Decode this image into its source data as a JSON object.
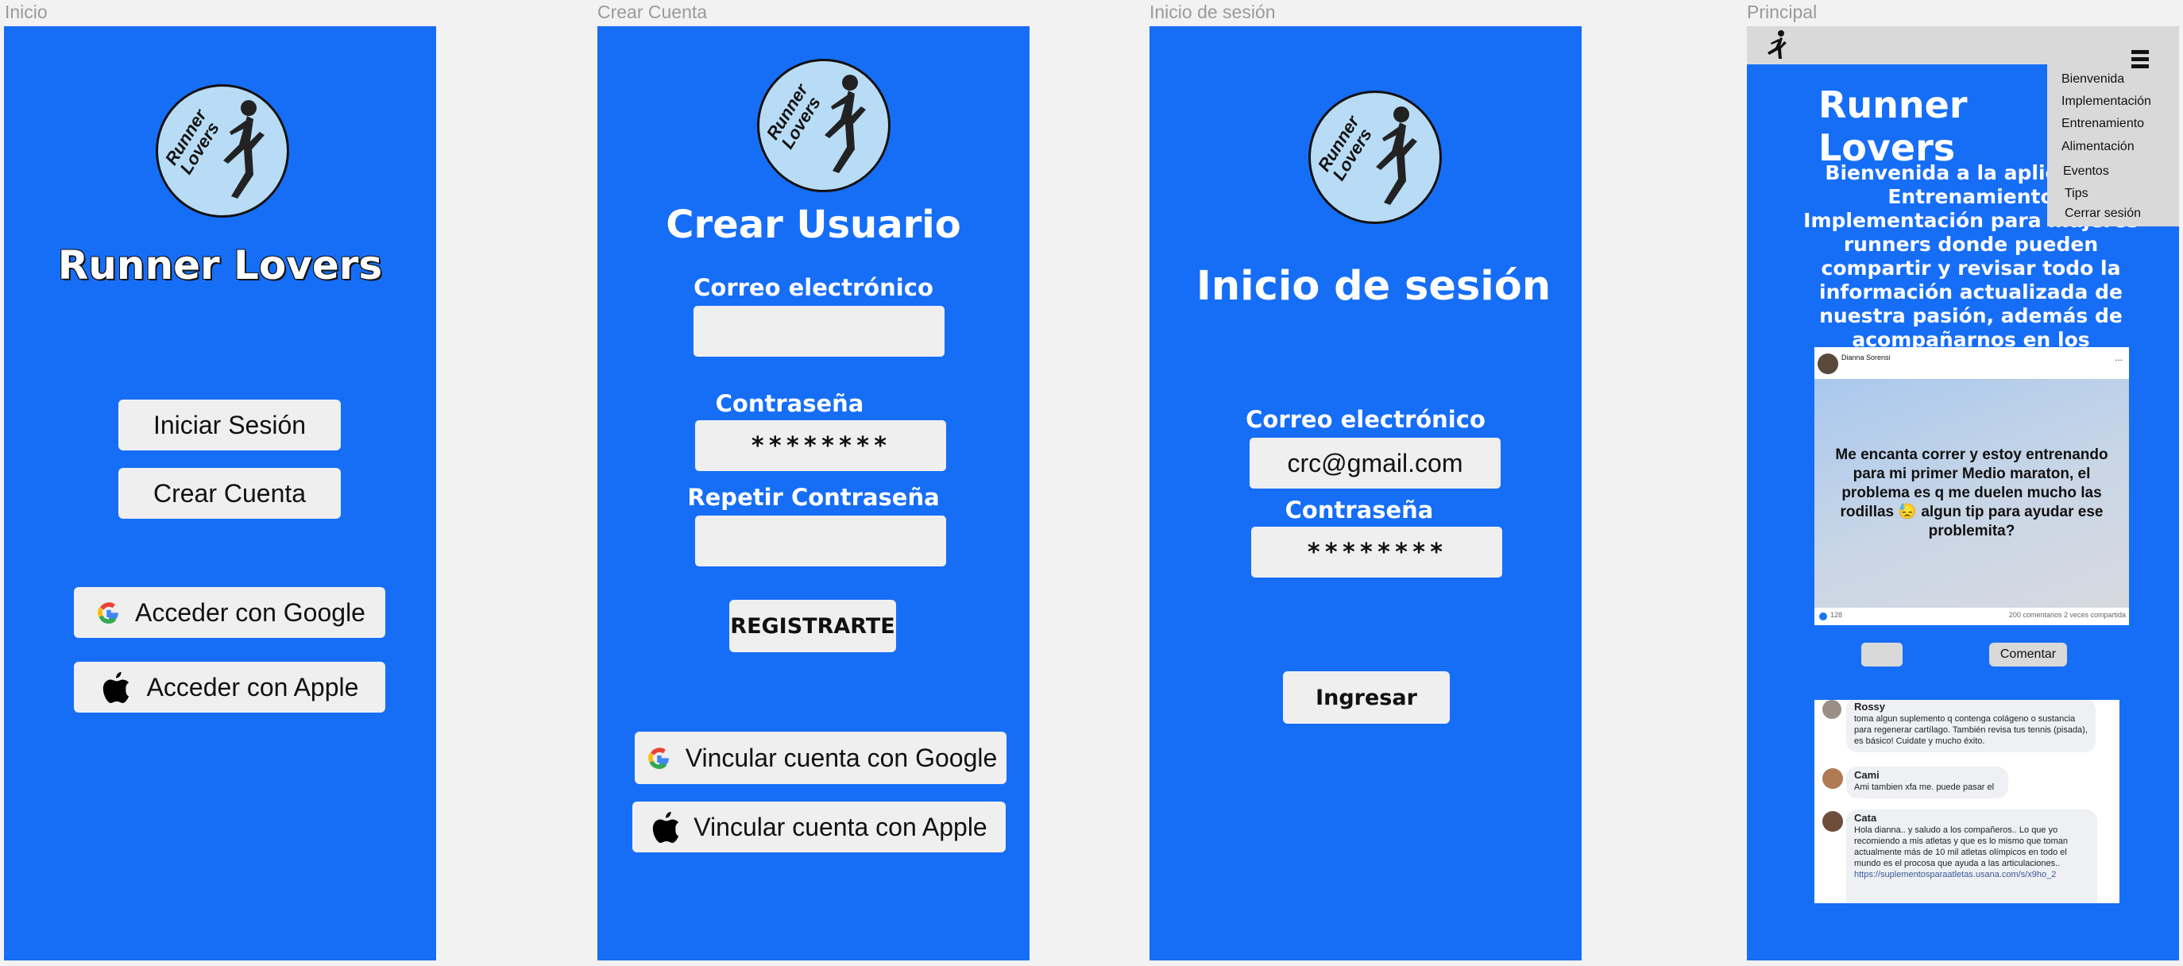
{
  "frames": {
    "inicio": {
      "label": "Inicio",
      "logo_text": "Runner Lovers",
      "title": "Runner Lovers",
      "login_button": "Iniciar Sesión",
      "create_button": "Crear Cuenta",
      "google_button": "Acceder con Google",
      "apple_button": "Acceder con Apple"
    },
    "crear": {
      "label": "Crear Cuenta",
      "logo_text": "Runner Lovers",
      "title": "Crear Usuario",
      "email_label": "Correo electrónico",
      "email_value": "",
      "password_label": "Contraseña",
      "password_value": "********",
      "repeat_label": "Repetir Contraseña",
      "repeat_value": "",
      "register_button": "REGISTRARTE",
      "google_button": "Vincular cuenta con Google",
      "apple_button": "Vincular cuenta con Apple"
    },
    "sesion": {
      "label": "Inicio de sesión",
      "logo_text": "Runner Lovers",
      "title": "Inicio de sesión",
      "email_label": "Correo electrónico",
      "email_value": "crc@gmail.com",
      "password_label": "Contraseña",
      "password_value": "********",
      "submit_button": "Ingresar"
    },
    "principal": {
      "label": "Principal",
      "title": "Runner Lovers",
      "welcome": "Bienvenida a la aplicación Entrenamiento Implementación para mujeres runners donde pueden compartir y revisar todo la información actualizada de nuestra pasión, además de acompañarnos en los entrenamientos.",
      "menu": [
        "Bienvenida",
        "Implementación",
        "Entrenamiento",
        "Alimentación",
        "Eventos",
        "Tips",
        "Cerrar sesión"
      ],
      "post": {
        "author": "Dianna Sorensi",
        "more": "...",
        "text": "Me encanta correr y estoy entrenando para mi primer Medio maraton, el problema es q me duelen mucho las rodillas 😓 algun tip para ayudar ese problemita?",
        "likes": "128",
        "stats": "200 comentarios  2 veces compartida"
      },
      "comment_input": "",
      "comment_button": "Comentar",
      "comments": [
        {
          "name": "Rossy",
          "text": "toma algun suplemento q contenga colágeno o sustancia para regenerar cartílago. También revisa tus tennis (pisada), es básico! Cuidate y mucho éxito."
        },
        {
          "name": "Cami",
          "text": "Ami tambien xfa me. puede pasar el"
        },
        {
          "name": "Cata",
          "text": "Hola dianna.. y saludo a los compañeros.. Lo que yo recomiendo a mis atletas y que es lo mismo que toman actualmente más de 10 mil atletas olímpicos en todo el mundo es el procosa que ayuda a las articulaciones..",
          "link": "https://suplementosparaatletas.usana.com/s/x9ho_2"
        }
      ]
    }
  },
  "colors": {
    "frame_blue": "#166ef7",
    "button_gray": "#efefef",
    "logo_bg": "#b8dcf5"
  }
}
